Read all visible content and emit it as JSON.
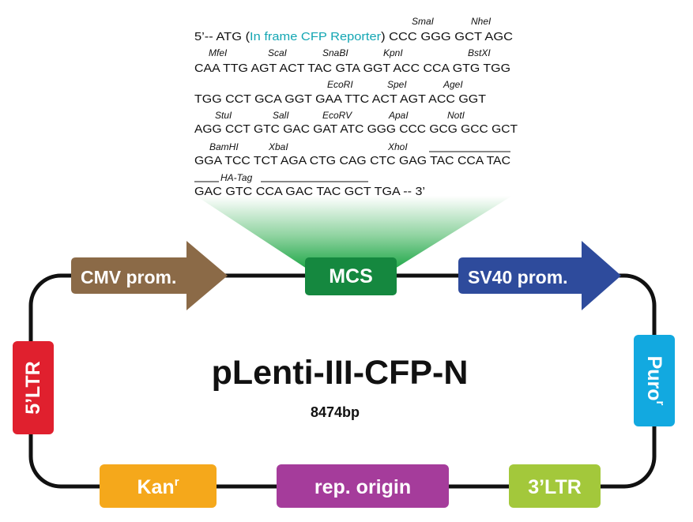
{
  "plasmid": {
    "name": "pLenti-III-CFP-N",
    "size": "8474bp"
  },
  "features": {
    "cmv": "CMV prom.",
    "mcs": "MCS",
    "sv40": "SV40 prom.",
    "ltr5": "5’LTR",
    "puro_main": "Puro",
    "puro_sup": "r",
    "kan_main": "Kan",
    "kan_sup": "r",
    "rep": "rep. origin",
    "ltr3": "3’LTR"
  },
  "colors": {
    "cmv": "#8b6a47",
    "mcs": "#15883f",
    "sv40": "#2e4b9c",
    "ltr5": "#e0202e",
    "puro": "#12a9e0",
    "kan": "#f5a81b",
    "rep": "#a53c9b",
    "ltr3": "#a3c83b",
    "cfp_text": "#13a6b3",
    "wedge": "#21a84a"
  },
  "sequence": {
    "line1_start": "5’-- ATG (",
    "line1_cfp": "In frame CFP Reporter",
    "line1_end": ") CCC GGG GCT AGC",
    "line2": "CAA TTG AGT ACT TAC GTA GGT ACC CCA GTG TGG",
    "line3": "TGG CCT GCA GGT GAA TTC ACT AGT ACC GGT",
    "line4": "AGG CCT GTC GAC GAT ATC GGG CCC GCG GCC GCT",
    "line5": "GGA TCC TCT AGA CTG CAG CTC GAG TAC CCA TAC",
    "line6": "GAC GTC CCA GAC TAC GCT TGA -- 3’",
    "ha_tag": "HA-Tag"
  },
  "enzymes": {
    "smai": "SmaI",
    "nhei": "NheI",
    "mfei": "MfeI",
    "scai": "ScaI",
    "snabi": "SnaBI",
    "kpni": "KpnI",
    "bstxi": "BstXI",
    "ecori": "EcoRI",
    "spei": "SpeI",
    "agei": "AgeI",
    "stui": "StuI",
    "sali": "SalI",
    "ecorv": "EcoRV",
    "apai": "ApaI",
    "noti": "NotI",
    "bamhi": "BamHI",
    "xbai": "XbaI",
    "xhoi": "XhoI"
  }
}
